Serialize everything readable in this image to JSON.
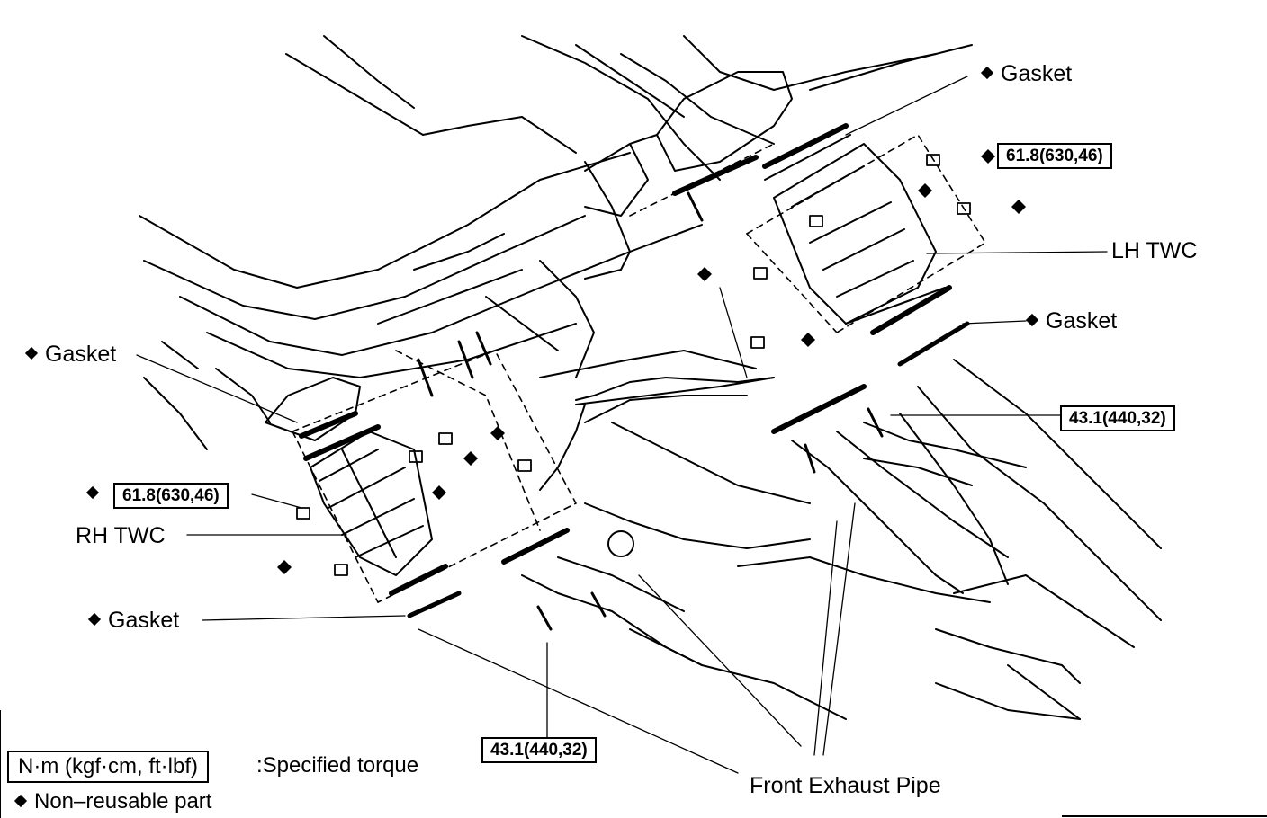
{
  "labels": {
    "gasket_lh_top": "Gasket",
    "gasket_lh_bottom": "Gasket",
    "gasket_rh_top": "Gasket",
    "gasket_rh_bottom": "Gasket",
    "lh_twc": "LH TWC",
    "rh_twc": "RH TWC",
    "front_exhaust_pipe": "Front Exhaust Pipe"
  },
  "torques": {
    "lh_twc": "61.8(630,46)",
    "rh_twc": "61.8(630,46)",
    "pipe_right": "43.1(440,32)",
    "pipe_bottom": "43.1(440,32)"
  },
  "legend": {
    "torque_unit": "N·m (kgf·cm, ft·lbf)",
    "torque_desc": ":Specified torque",
    "non_reusable": "Non–reusable part"
  }
}
